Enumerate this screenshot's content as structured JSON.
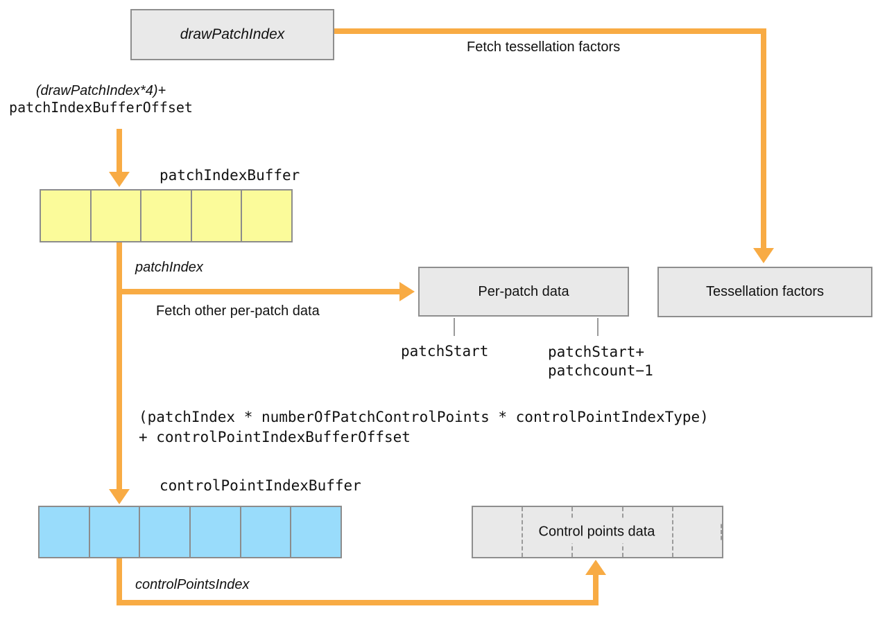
{
  "diagram": {
    "nodes": {
      "draw_patch_index": "drawPatchIndex",
      "per_patch_data": "Per-patch data",
      "tessellation_factors": "Tessellation factors",
      "control_points_data": "Control points data"
    },
    "arrow_labels": {
      "fetch_tessellation": "Fetch tessellation factors",
      "fetch_per_patch": "Fetch other per-patch data"
    },
    "index_labels": {
      "patch_index": "patchIndex",
      "control_points_index": "controlPointsIndex"
    },
    "expressions": {
      "patch_offset_line1": "(drawPatchIndex*4)+",
      "patch_offset_line2": "patchIndexBufferOffset",
      "control_point_line1": "(patchIndex * numberOfPatchControlPoints * controlPointIndexType)",
      "control_point_line2": "+ controlPointIndexBufferOffset"
    },
    "buffers": {
      "patch_index_buffer": {
        "label": "patchIndexBuffer",
        "cells": 5
      },
      "control_point_index_buffer": {
        "label": "controlPointIndexBuffer",
        "cells": 6
      },
      "control_points_data_segments": 5
    },
    "range_labels": {
      "start": "patchStart",
      "end_line1": "patchStart+",
      "end_line2": "patchcount−1"
    },
    "colors": {
      "arrow_orange": "#F8AB44",
      "patch_buffer_yellow": "#FBFB9A",
      "control_buffer_blue": "#99DCFB",
      "node_fill_gray": "#E9E9E9",
      "node_border_gray": "#8E8E8E"
    }
  }
}
